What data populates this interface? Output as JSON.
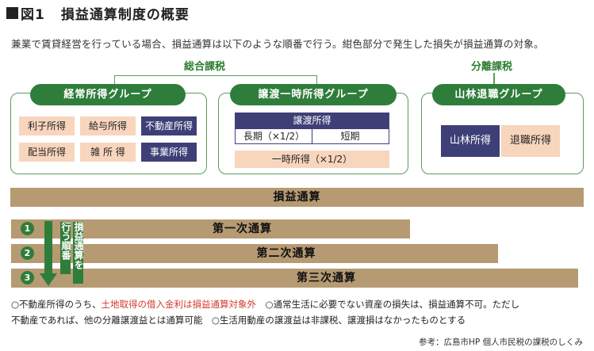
{
  "title": {
    "prefix": "図1",
    "main": "損益通算制度の概要"
  },
  "subtitle": "兼業で賃貸経営を行っている場合、損益通算は以下のような順番で行う。紺色部分で発生した損失が損益通算の対象。",
  "tax_types": {
    "combined": "総合課税",
    "separate": "分離課税"
  },
  "groups": {
    "ordinary": {
      "title": "経常所得グループ",
      "items": [
        "利子所得",
        "給与所得",
        "不動産所得",
        "配当所得",
        "雑 所 得",
        "事業所得"
      ]
    },
    "transfer": {
      "title": "譲渡一時所得グループ",
      "transfer_income": "譲渡所得",
      "long_term": "長期（×1/2）",
      "short_term": "短期",
      "occasional": "一時所得（×1/2）"
    },
    "forest": {
      "title": "山林退職グループ",
      "items": [
        "山林所得",
        "退職所得"
      ]
    }
  },
  "bars": {
    "total": "損益通算",
    "order_label_1": "行う順番",
    "order_label_2": "損益通算を",
    "steps": [
      {
        "num": "1",
        "label": "第一次通算"
      },
      {
        "num": "2",
        "label": "第二次通算"
      },
      {
        "num": "3",
        "label": "第三次通算"
      }
    ]
  },
  "notes": {
    "n1_a": "○不動産所得のうち、",
    "n1_red": "土地取得の借入金利は損益通算対象外",
    "n1_b": "　○通常生活に必要でない資産の損失は、損益通算不可。ただし",
    "n2": "不動産であれば、他の分離譲渡益とは通算可能　○生活用動産の譲渡益は非課税、譲渡損はなかったものとする"
  },
  "reference": "参考：広島市HP 個人市民税の課税のしくみ",
  "colors": {
    "green": "#2f7d3a",
    "navy": "#3f3f78",
    "peach": "#f8d5bd",
    "tan": "#b69a72",
    "red": "#d23a2a"
  }
}
